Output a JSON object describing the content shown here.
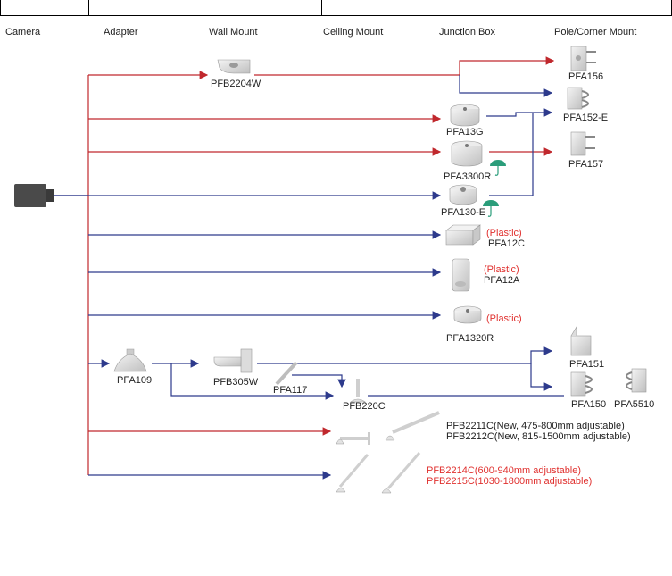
{
  "columns": {
    "camera": "Camera",
    "adapter": "Adapter",
    "wall_mount": "Wall Mount",
    "ceiling_mount": "Ceiling Mount",
    "junction_box": "Junction Box",
    "pole_corner_mount": "Pole/Corner Mount"
  },
  "products": {
    "pfb2204w": "PFB2204W",
    "pfa156": "PFA156",
    "pfa152e": "PFA152-E",
    "pfa13g": "PFA13G",
    "pfa157": "PFA157",
    "pfa3300r": "PFA3300R",
    "pfa130e": "PFA130-E",
    "plastic_1": "(Plastic)",
    "pfa12c": "PFA12C",
    "plastic_2": "(Plastic)",
    "pfa12a": "PFA12A",
    "plastic_3": "(Plastic)",
    "pfa1320r": "PFA1320R",
    "pfa109": "PFA109",
    "pfb305w": "PFB305W",
    "pfa117": "PFA117",
    "pfa151": "PFA151",
    "pfb220c": "PFB220C",
    "pfa150": "PFA150",
    "pfa5510": "PFA5510",
    "pfb2211c": "PFB2211C(New, 475-800mm adjustable)",
    "pfb2212c": "PFB2212C(New, 815-1500mm adjustable)",
    "pfb2214c": "PFB2214C(600-940mm adjustable)",
    "pfb2215c": "PFB2215C(1030-1800mm adjustable)"
  },
  "colors": {
    "red_arrow": "#c0282d",
    "blue_arrow": "#2d3a8c",
    "red_text": "#e0312f",
    "umbrella": "#2a9d7a",
    "product_gray": "#d9d9d9"
  }
}
